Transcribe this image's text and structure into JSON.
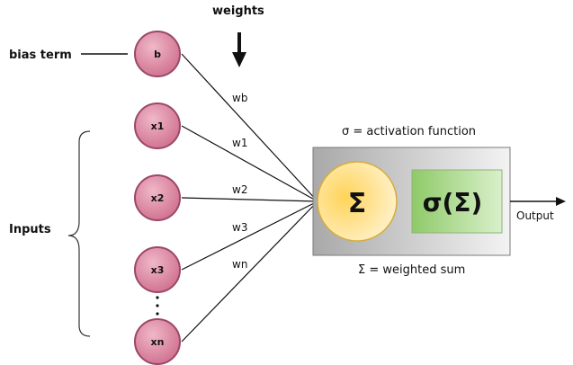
{
  "labels": {
    "bias_term": "bias term",
    "weights": "weights",
    "inputs": "Inputs",
    "activation_note": "σ  = activation function",
    "sum_note": "Σ = weighted sum",
    "output": "Output"
  },
  "nodes": [
    {
      "id": "b",
      "label": "b",
      "weight": "wb"
    },
    {
      "id": "x1",
      "label": "x1",
      "weight": "w1"
    },
    {
      "id": "x2",
      "label": "x2",
      "weight": "w2"
    },
    {
      "id": "x3",
      "label": "x3",
      "weight": "w3"
    },
    {
      "id": "xn",
      "label": "xn",
      "weight": "wn"
    }
  ],
  "sum_symbol": "Σ",
  "activation_symbol": "σ(Σ)",
  "colors": {
    "node_fill": "#d9859e",
    "node_stroke": "#9b4868",
    "sum_fill": "#fbe08a",
    "sum_stroke": "#d6ad3b",
    "activation_fill": "#a7d48a",
    "box_fill": "#bdbdbd"
  }
}
